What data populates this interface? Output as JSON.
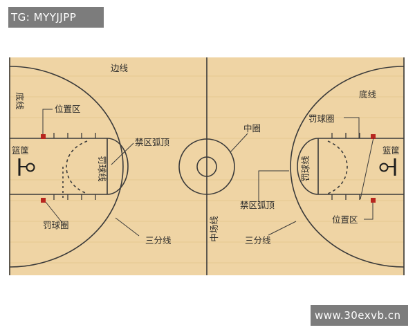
{
  "watermarks": {
    "top_left": "TG: MYYJJPP",
    "bottom_right": "www.30exvb.cn"
  },
  "labels": {
    "sideline": "边线",
    "baseline_left": "底线",
    "baseline_right": "底线",
    "block_left": "位置区",
    "block_right": "位置区",
    "basket_left": "篮筐",
    "basket_right": "篮筐",
    "key_top_left": "禁区弧顶",
    "key_top_right": "禁区弧顶",
    "free_throw_line_left": "罚球线",
    "free_throw_line_right": "罚球线",
    "free_throw_circle_left": "罚球圈",
    "free_throw_circle_right": "罚球圈",
    "center_circle": "中圈",
    "midcourt_line": "中场线",
    "three_point_left": "三分线",
    "three_point_right": "三分线"
  },
  "colors": {
    "floor": "#efd4a4",
    "floor_grain": "#e6c791",
    "lines": "#3a3a3a",
    "block_marker": "#b8261f",
    "watermark_bg": "#7c7c7c"
  }
}
